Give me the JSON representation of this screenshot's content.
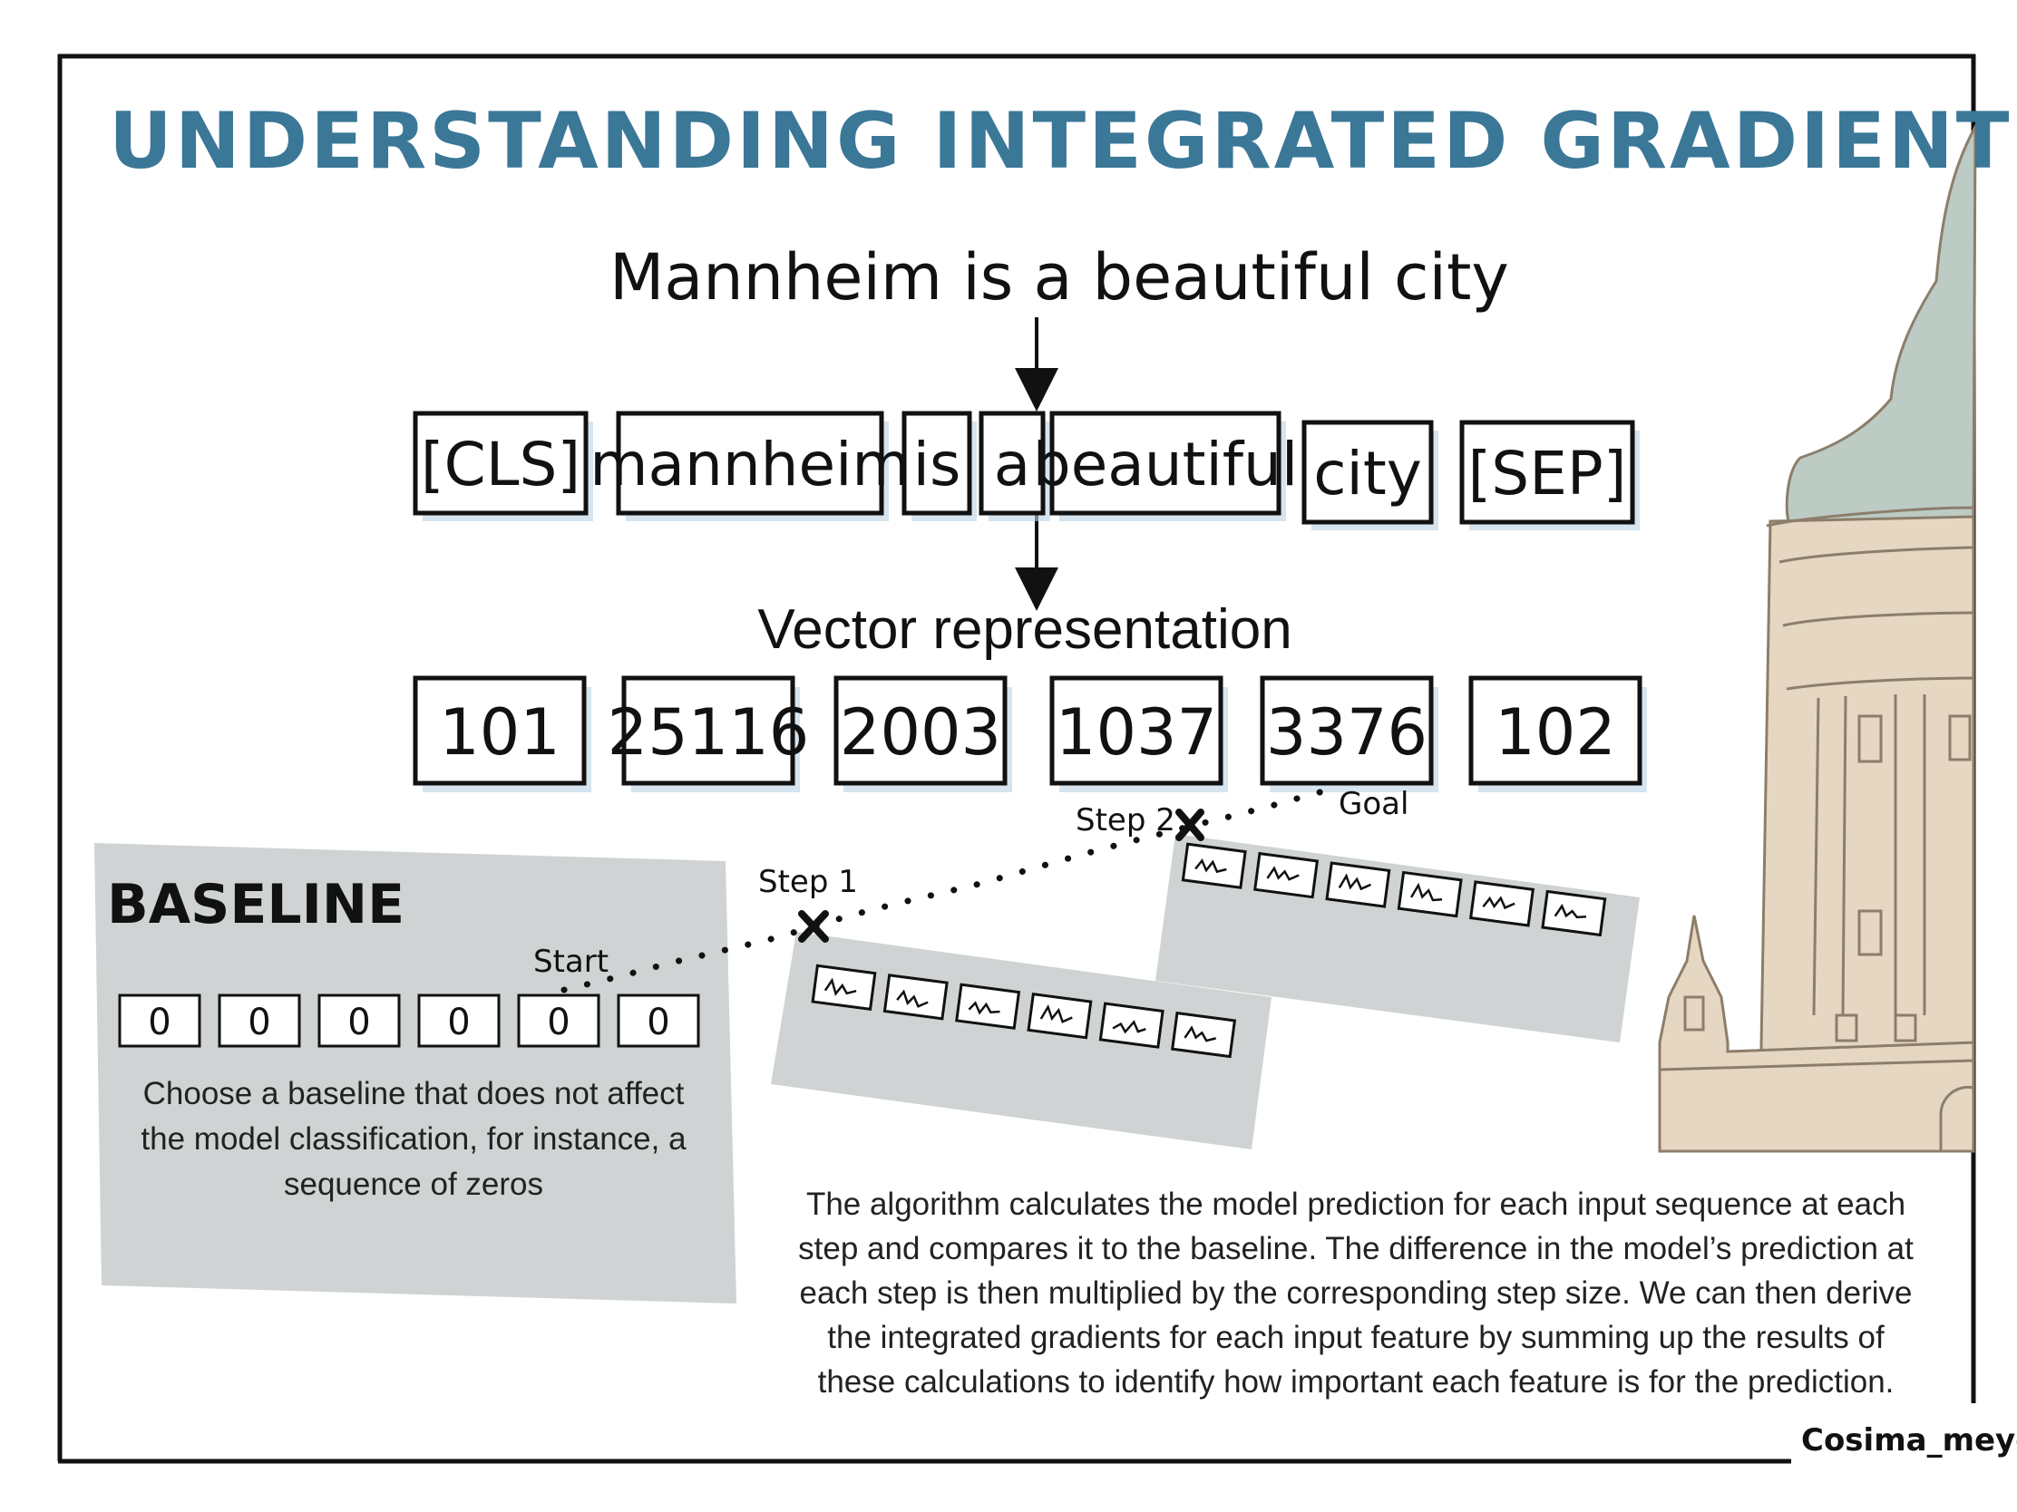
{
  "title": "UNDERSTANDING INTEGRATED GRADIENTS",
  "sentence": "Mannheim is a beautiful city",
  "tokens": [
    "[CLS]",
    "mannheim",
    "is",
    "a",
    "beautiful",
    "city",
    "[SEP]"
  ],
  "vector_label": "Vector representation",
  "vector_ids": [
    "101",
    "25116",
    "2003",
    "1037",
    "3376",
    "102"
  ],
  "path_labels": {
    "start": "Start",
    "step1": "Step 1",
    "step2": "Step 2",
    "goal": "Goal"
  },
  "baseline": {
    "title": "BASELINE",
    "values": [
      "0",
      "0",
      "0",
      "0",
      "0",
      "0"
    ],
    "description": [
      "Choose a baseline that does not affect",
      "the model classification, for instance, a",
      "sequence of zeros"
    ]
  },
  "explanation": [
    "The algorithm calculates the model prediction for each input sequence at each",
    "step and compares it to the baseline. The difference in the model’s prediction at",
    "each step is then multiplied by the corresponding step size. We can then derive",
    "the integrated gradients for each input feature by summing up the results of",
    "these calculations to identify how important each feature is for the prediction."
  ],
  "signature": "Cosima_meyer",
  "colors": {
    "title": "#3b7797",
    "panel": "#cfd3d4",
    "shadow": "#b9d2e2",
    "tower_body": "#e5d7c1",
    "tower_roof": "#bccbc4",
    "tower_line": "#8c7e6a"
  }
}
